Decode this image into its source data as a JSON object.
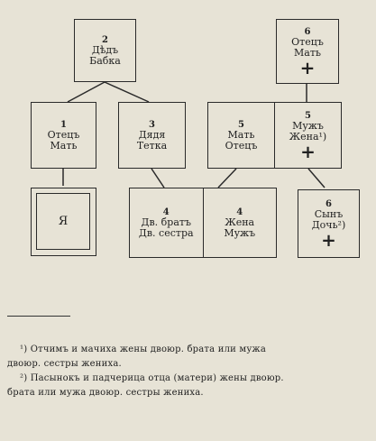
{
  "boxes": {
    "grandparents": {
      "num": "2",
      "line1": "Дѣдъ",
      "line2": "Бабка"
    },
    "wife_parents": {
      "num": "6",
      "line1": "Отецъ",
      "line2": "Мать",
      "mark": "+"
    },
    "parents": {
      "num": "1",
      "line1": "Отецъ",
      "line2": "Мать"
    },
    "uncle_aunt": {
      "num": "3",
      "line1": "Дядя",
      "line2": "Тетка"
    },
    "mother_father": {
      "num": "5",
      "line1": "Мать",
      "line2": "Отецъ"
    },
    "husband_wife": {
      "num": "5",
      "line1": "Мужъ",
      "line2": "Жена¹)",
      "mark": "+"
    },
    "self": {
      "label": "Я"
    },
    "cousins": {
      "num": "4",
      "line1": "Дв. братъ",
      "line2": "Дв. сестра"
    },
    "spouse": {
      "num": "4",
      "line1": "Жена",
      "line2": "Мужъ"
    },
    "child": {
      "num": "6",
      "line1": "Сынъ",
      "line2": "Дочь²)",
      "mark": "+"
    }
  },
  "footnotes": {
    "n1_line1": "¹) Отчимъ и мачиха жены двоюр. брата или мужа",
    "n1_line2": "двоюр. сестры жениха.",
    "n2_line1": "²) Пасынокъ и падчерица отца (матери) жены двоюр.",
    "n2_line2": "брата или мужа двоюр. сестры жениха."
  }
}
